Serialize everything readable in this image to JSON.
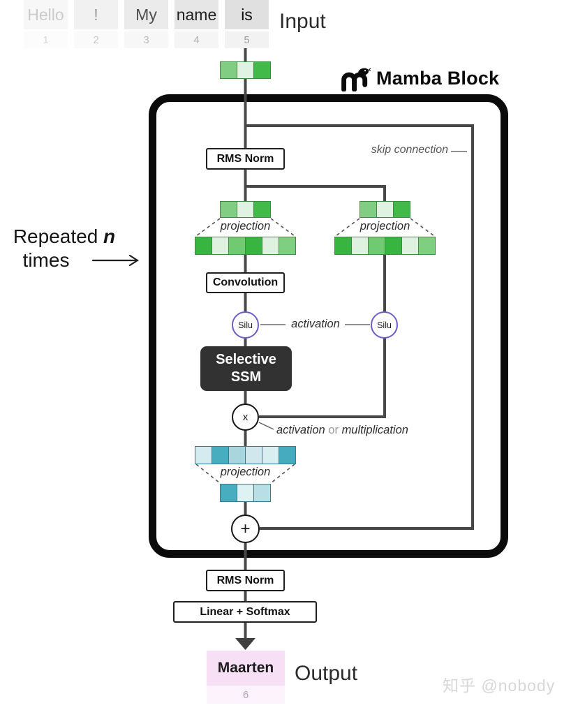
{
  "header": {
    "input_label": "Input",
    "title": "Mamba Block"
  },
  "tokens": {
    "items": [
      {
        "text": "Hello",
        "num": "1",
        "bg": "#f7f7f7",
        "fg": "#cbcbcb",
        "num_bg": "#fcfcfc",
        "num_fg": "#d8d8d8"
      },
      {
        "text": "!",
        "num": "2",
        "bg": "#f1f1f1",
        "fg": "#9b9b9b",
        "num_bg": "#fafafa",
        "num_fg": "#c9c9c9"
      },
      {
        "text": "My",
        "num": "3",
        "bg": "#ebebeb",
        "fg": "#4f4f4f",
        "num_bg": "#f7f7f7",
        "num_fg": "#bdbdbd"
      },
      {
        "text": "name",
        "num": "4",
        "bg": "#e6e6e6",
        "fg": "#222222",
        "num_bg": "#f5f5f5",
        "num_fg": "#b0b0b0"
      },
      {
        "text": "is",
        "num": "5",
        "bg": "#e0e0e0",
        "fg": "#0f0f0f",
        "num_bg": "#f2f2f2",
        "num_fg": "#9e9e9e"
      }
    ]
  },
  "left_note": {
    "line1_prefix": "Repeated ",
    "line1_n": "n",
    "line2": "times"
  },
  "block": {
    "skip_label": "skip connection",
    "rms_norm": "RMS Norm",
    "projection_label": "projection",
    "convolution": "Convolution",
    "silu": "Silu",
    "activation_label": "activation",
    "ssm_line1": "Selective",
    "ssm_line2": "SSM",
    "multiply_symbol": "x",
    "multiply_note_a": "activation",
    "multiply_note_or": " or ",
    "multiply_note_b": "multiplication",
    "add_symbol": "+"
  },
  "bottom": {
    "rms_norm": "RMS Norm",
    "linear_softmax": "Linear + Softmax",
    "output_label": "Output"
  },
  "output_token": {
    "text": "Maarten",
    "num": "6",
    "bg": "#f7e0f6",
    "fg": "#1b1b1b",
    "num_bg": "#fdf3fc",
    "num_fg": "#b39eb3"
  },
  "bars": {
    "green_small": [
      "#82cd84",
      "#e0f2e1",
      "#41ba49"
    ],
    "green_large": [
      "#38b440",
      "#def2df",
      "#6fca71",
      "#38b440",
      "#def2df",
      "#7fcf80"
    ],
    "blue_large": [
      "#d4ebef",
      "#49adc0",
      "#a9d6de",
      "#d0e8ed",
      "#d9eef1",
      "#46abbe"
    ],
    "blue_small": [
      "#49adc0",
      "#def1f3",
      "#b7dfe5"
    ]
  },
  "colors": {
    "line": "#484848",
    "border": "#0b0b0b",
    "silu_ring": "#6c5ec9",
    "ssm_bg": "#323232"
  },
  "watermark": "知乎 @nobody"
}
